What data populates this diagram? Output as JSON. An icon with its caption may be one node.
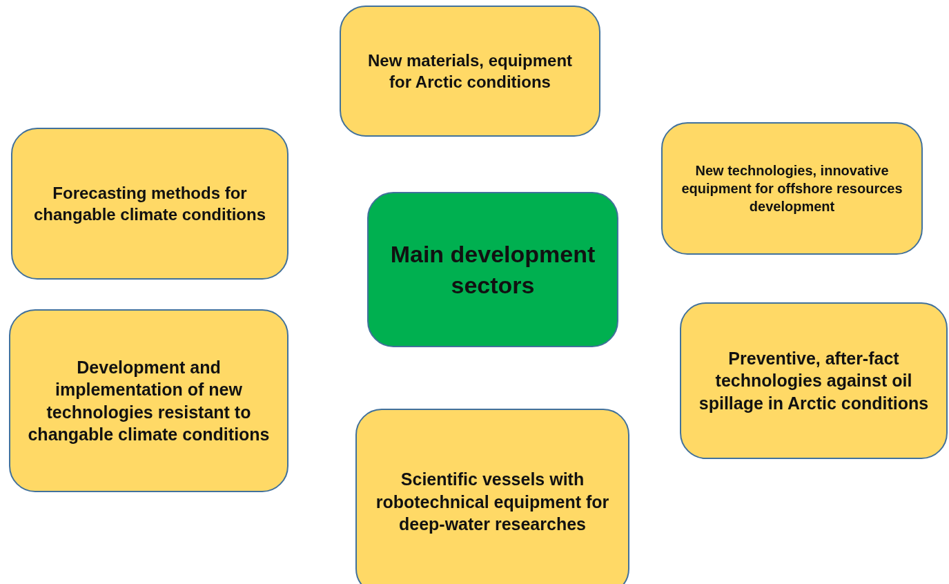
{
  "diagram": {
    "nodes": [
      {
        "text": [
          "New materials, equipment for Arctic conditions"
        ]
      },
      {
        "text": [
          "New technologies, innovative equipment for offshore resources development"
        ]
      },
      {
        "text": [
          "Forecasting methods for changable climate conditions"
        ]
      },
      {
        "text": [
          "Main development sectors"
        ]
      },
      {
        "text": [
          "Preventive, after-fact technologies against oil spillage in Arctic conditions"
        ]
      },
      {
        "text": [
          "Development and implementation of new technologies resistant to changable climate conditions"
        ]
      },
      {
        "text": [
          "Scientific vessels with robotechnical equipment for deep-water researches"
        ]
      }
    ]
  }
}
